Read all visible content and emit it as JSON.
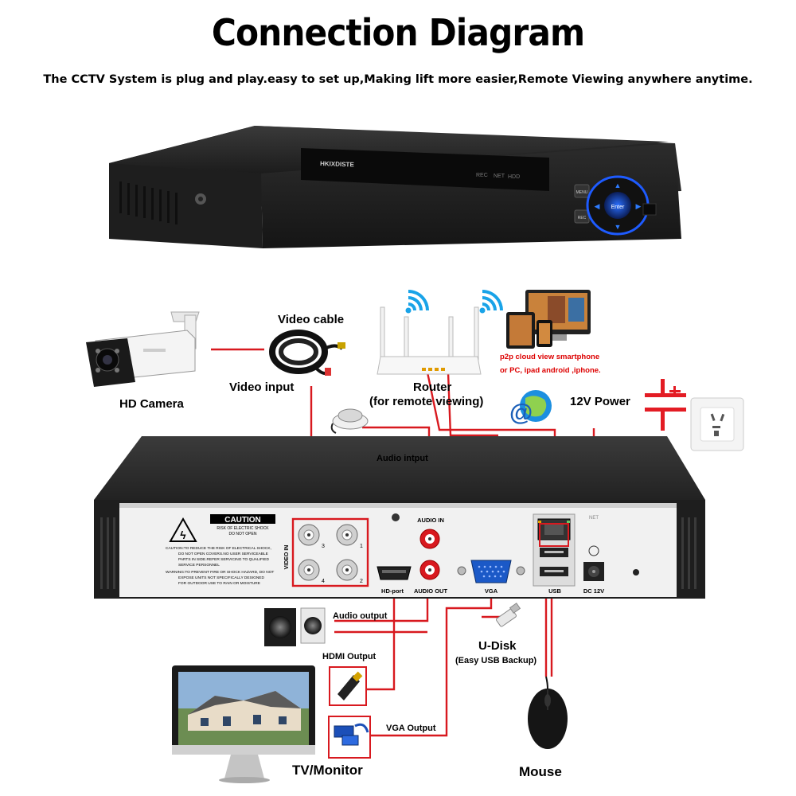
{
  "title": "Connection Diagram",
  "subtitle": "The CCTV System is plug and play.easy to set up,Making lift more easier,Remote Viewing anywhere anytime.",
  "dvr_front": {
    "brand": "HKIXDISTE",
    "indicators": [
      "REC",
      "NET",
      "HDD"
    ],
    "buttons": [
      "MENU",
      "REC"
    ],
    "dpad_center": "Enter"
  },
  "labels": {
    "hd_camera": "HD Camera",
    "video_cable": "Video cable",
    "video_input": "Video input",
    "router_line1": "Router",
    "router_line2": "(for remote viewing)",
    "p2p_line1": "p2p cloud  view smartphone",
    "p2p_line2": "or PC, ipad android ,iphone.",
    "power": "12V Power",
    "audio_input": "Audio intput",
    "audio_output": "Audio output",
    "hdmi_output": "HDMI Output",
    "vga_output": "VGA Output",
    "u_disk": "U-Disk",
    "u_disk_sub": "(Easy USB Backup)",
    "tv_monitor": "TV/Monitor",
    "mouse": "Mouse"
  },
  "rear_panel": {
    "caution_title": "CAUTION",
    "caution_sub1": "RISK OF ELECTRIC SHOCK",
    "caution_sub2": "DO NOT OPEN",
    "caution_lines": [
      "CAUTION:TO REDUCE THE RISK OF ELECTRICAL SHOCK,",
      "DO NOT OPEN COVERS.NO USER SERVICEABLE",
      "PARTS IN SIDE.REFER SERVICING TO QUALIFIED",
      "SERVICE PERSONNEL",
      "WARNING:TO PREVENT FIRE OR SHOCK HAZARD, DO NOT",
      "EXPOSE UNITS NOT SPECIFICALLY DESIGNED",
      "FOR OUTDOOR USE TO RAIN OR MOISTURE"
    ],
    "video_in": "VIDEO IN",
    "bnc_numbers": [
      "3",
      "1",
      "4",
      "2"
    ],
    "audio_in": "AUDIO IN",
    "audio_out": "AUDIO OUT",
    "hd_port": "HD-port",
    "vga": "VGA",
    "net": "NET",
    "usb": "USB",
    "dc12v": "DC 12V"
  },
  "colors": {
    "cable": "#d8191f",
    "background": "#ffffff",
    "dvr_body": "#2b2b2b",
    "panel": "#f1f1f1"
  }
}
